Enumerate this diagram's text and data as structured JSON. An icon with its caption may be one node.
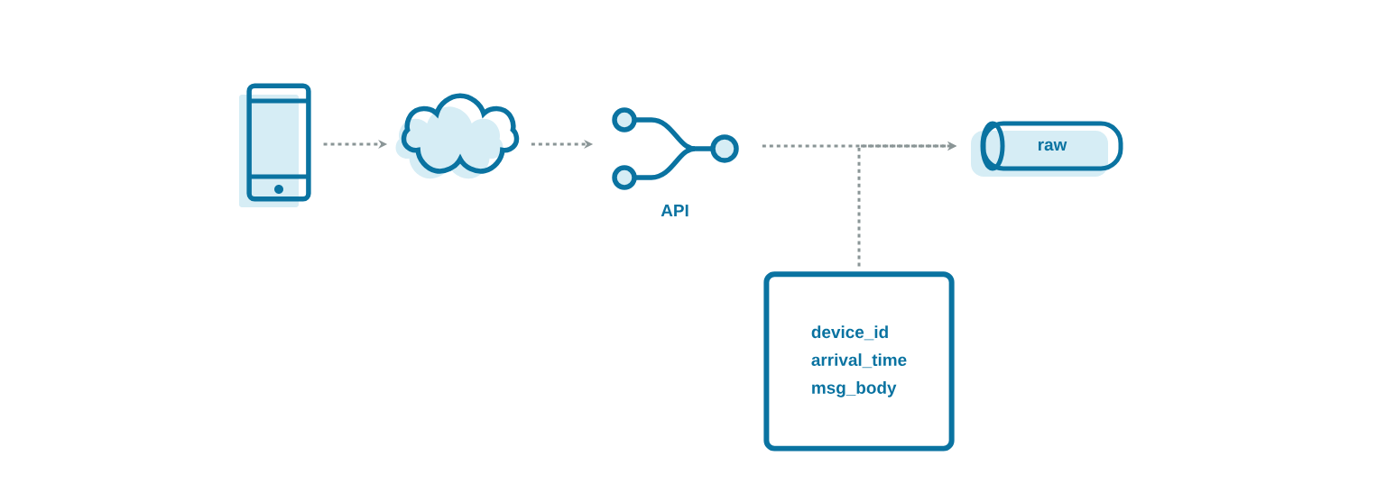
{
  "diagram": {
    "nodes": [
      {
        "text": [],
        "shape": "picture"
      },
      {
        "text": [],
        "shape": "cloud"
      },
      {
        "text": [
          "API"
        ]
      },
      {
        "text": [
          "raw"
        ]
      },
      {
        "text": [
          "device_id",
          "arrival_time",
          "msg_body"
        ]
      }
    ],
    "edges": [
      {
        "from": 0,
        "to": 1,
        "arrow": "to"
      },
      {
        "from": 1,
        "to": 2,
        "arrow": "to"
      },
      {
        "from": 2,
        "to": 3,
        "arrow": "to"
      },
      {
        "from": 4,
        "to": 3,
        "arrow": "to"
      }
    ]
  }
}
